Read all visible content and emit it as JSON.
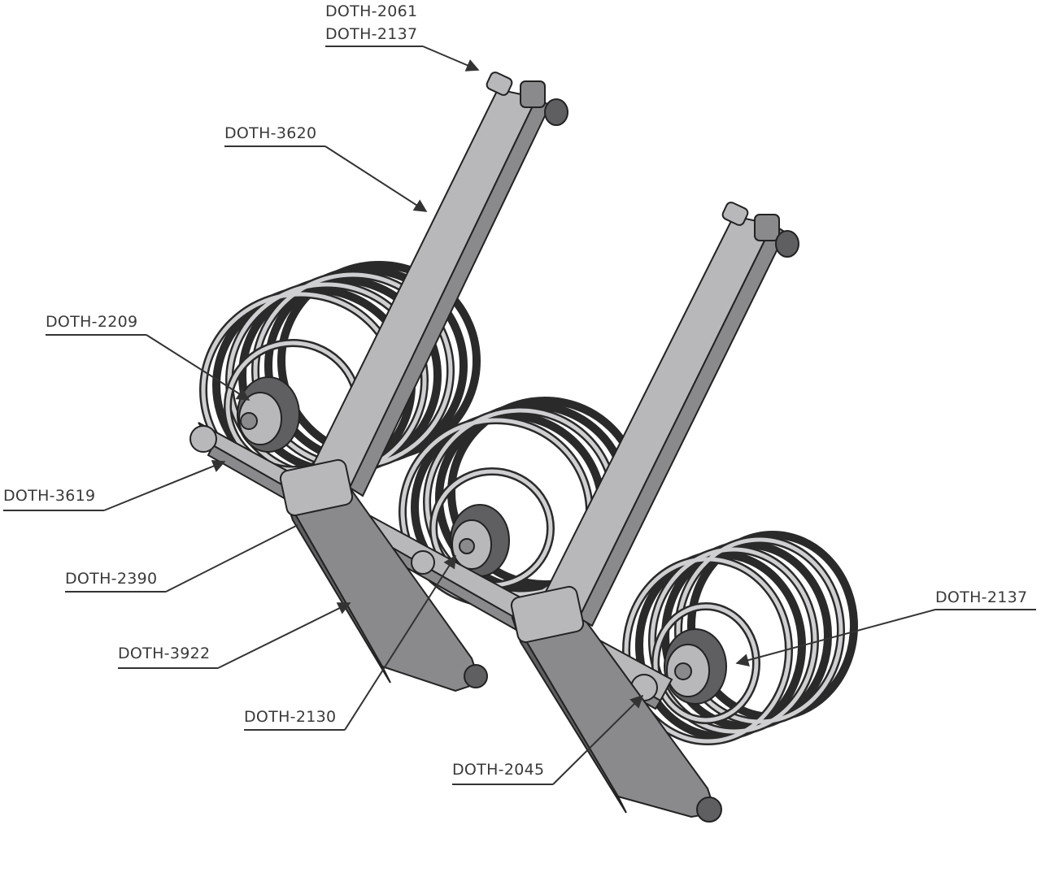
{
  "callouts": {
    "doth_2061": "DOTH-2061",
    "doth_2137_top": "DOTH-2137",
    "doth_3620": "DOTH-3620",
    "doth_2209": "DOTH-2209",
    "doth_3619": "DOTH-3619",
    "doth_2390": "DOTH-2390",
    "doth_3922": "DOTH-3922",
    "doth_2130": "DOTH-2130",
    "doth_2045": "DOTH-2045",
    "doth_2137_right": "DOTH-2137"
  },
  "colors": {
    "metal_dark": "#5f5f62",
    "metal_mid": "#8a8a8d",
    "metal_light": "#b8b8bb",
    "line": "#333333"
  }
}
